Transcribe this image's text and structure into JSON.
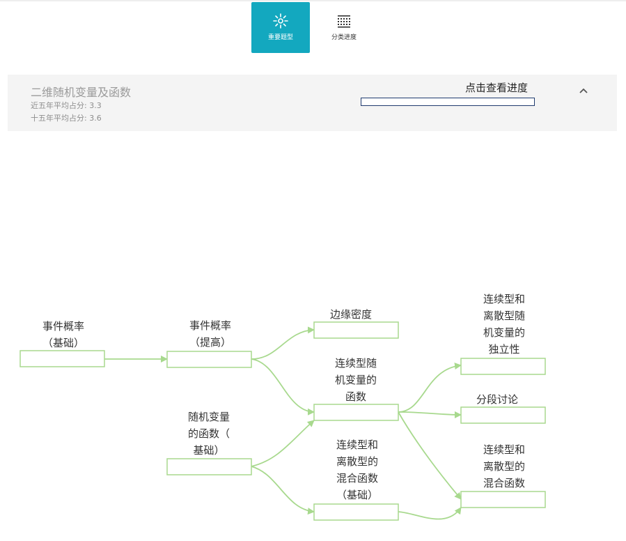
{
  "tabs": [
    {
      "label": "重要题型",
      "icon": "sun-icon",
      "active": true
    },
    {
      "label": "分类进度",
      "icon": "list-grid-icon",
      "active": false
    }
  ],
  "chapter": {
    "title": "二维随机变量及函数",
    "stat_5yr": "近五年平均占分: 3.3",
    "stat_15yr": "十五年平均占分: 3.6",
    "progress_label": "点击查看进度",
    "progress": 0,
    "collapse_icon": "chevron-up-icon"
  },
  "colors": {
    "accent": "#13a8bf",
    "node_border": "#a8d98e",
    "panel_bg": "#f4f4f4",
    "progress_border": "#1f3a6e"
  },
  "graph": {
    "nodes": [
      {
        "id": "n1",
        "lines": [
          "事件概率",
          "（基础）"
        ]
      },
      {
        "id": "n2",
        "lines": [
          "事件概率",
          "（提高）"
        ]
      },
      {
        "id": "n3",
        "lines": [
          "随机变量",
          "的函数（",
          "基础）"
        ]
      },
      {
        "id": "n4",
        "lines": [
          "边缘密度"
        ]
      },
      {
        "id": "n5",
        "lines": [
          "连续型随",
          "机变量的",
          "函数"
        ]
      },
      {
        "id": "n6",
        "lines": [
          "连续型和",
          "离散型的",
          "混合函数",
          "（基础）"
        ]
      },
      {
        "id": "n7",
        "lines": [
          "连续型和",
          "离散型随",
          "机变量的",
          "独立性"
        ]
      },
      {
        "id": "n8",
        "lines": [
          "分段讨论"
        ]
      },
      {
        "id": "n9",
        "lines": [
          "连续型和",
          "离散型的",
          "混合函数"
        ]
      }
    ]
  }
}
